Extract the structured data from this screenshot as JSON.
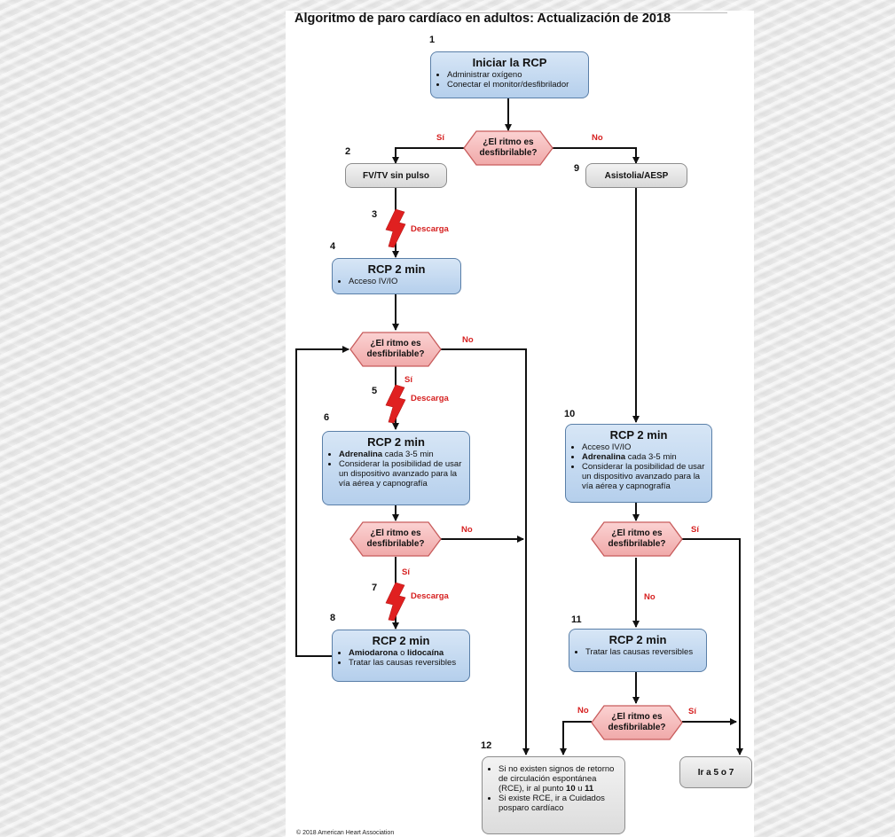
{
  "title": "Algoritmo de paro cardíaco en adultos: Actualización de 2018",
  "copyright": "© 2018 American Heart Association",
  "decision_text_line1": "¿El ritmo es",
  "decision_text_line2": "desfibrilable?",
  "labels": {
    "yes": "Sí",
    "no": "No",
    "shock": "Descarga"
  },
  "nodes": {
    "n1": {
      "num": "1",
      "title": "Iniciar la RCP",
      "items": [
        "Administrar oxígeno",
        "Conectar el monitor/desfibrilador"
      ]
    },
    "n2": {
      "num": "2",
      "title": "FV/TV sin pulso"
    },
    "n3": {
      "num": "3"
    },
    "n4": {
      "num": "4",
      "title": "RCP 2 min",
      "items": [
        "Acceso IV/IO"
      ]
    },
    "n5": {
      "num": "5"
    },
    "n6": {
      "num": "6",
      "title": "RCP 2 min",
      "item1_bold": "Adrenalina",
      "item1_rest": " cada 3-5 min",
      "item2": "Considerar la posibilidad de usar un dispositivo avanzado para la vía aérea y capnografía"
    },
    "n7": {
      "num": "7"
    },
    "n8": {
      "num": "8",
      "title": "RCP 2 min",
      "item1_bold_a": "Amiodarona",
      "item1_mid": " o ",
      "item1_bold_b": "lidocaína",
      "item2": "Tratar las causas reversibles"
    },
    "n9": {
      "num": "9",
      "title": "Asistolia/AESP"
    },
    "n10": {
      "num": "10",
      "title": "RCP 2 min",
      "item1": "Acceso IV/IO",
      "item2_bold": "Adrenalina",
      "item2_rest": " cada 3-5 min",
      "item3": "Considerar la posibilidad de usar un dispositivo avanzado para la vía aérea y capnografía"
    },
    "n11": {
      "num": "11",
      "title": "RCP 2 min",
      "items": [
        "Tratar las causas reversibles"
      ]
    },
    "n12": {
      "num": "12",
      "item1_a": "Si no existen signos de retorno de circulación espontánea (RCE), ir al punto ",
      "item1_b": "10",
      "item1_c": " u ",
      "item1_d": "11",
      "item2": "Si existe RCE, ir a Cuidados posparo cardíaco"
    },
    "goto": {
      "title": "Ir a 5 o 7"
    }
  }
}
